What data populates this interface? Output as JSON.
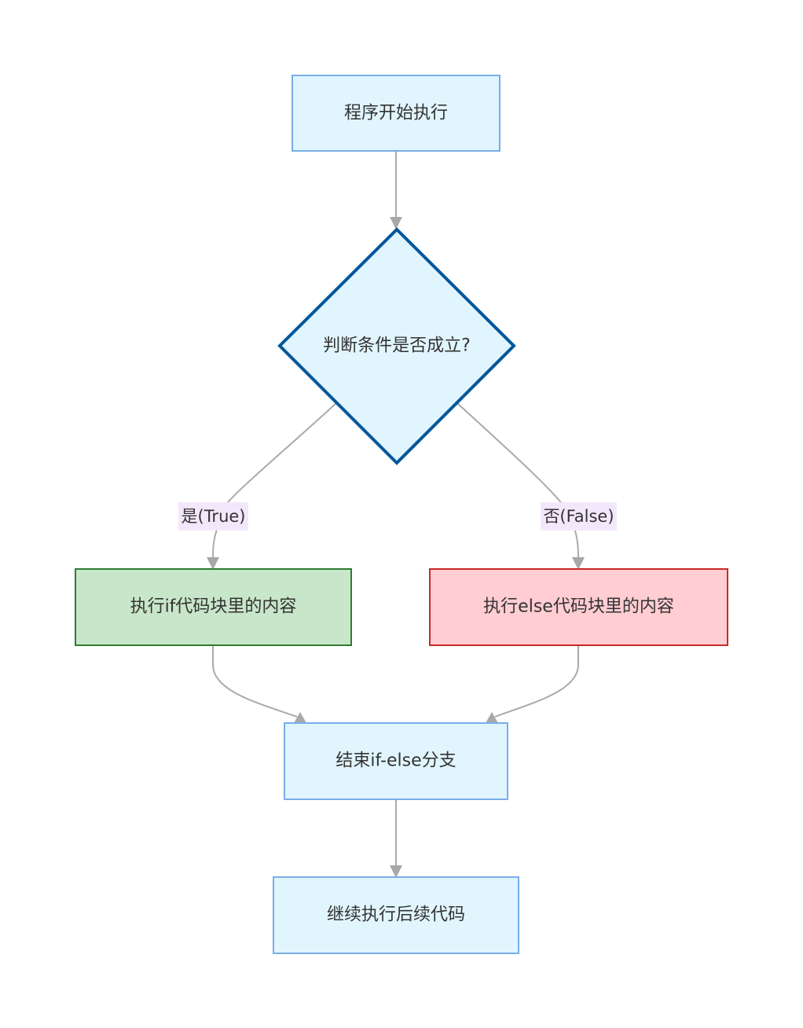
{
  "nodes": {
    "start": "程序开始执行",
    "decision": "判断条件是否成立?",
    "if_block": "执行if代码块里的内容",
    "else_block": "执行else代码块里的内容",
    "end_branch": "结束if-else分支",
    "continue": "继续执行后续代码"
  },
  "edge_labels": {
    "yes": "是(True)",
    "no": "否(False)"
  },
  "colors": {
    "default_fill": "#e1f5fe",
    "default_stroke": "#78aee8",
    "decision_stroke": "#01579b",
    "if_fill": "#c8e6c9",
    "if_stroke": "#2e7d32",
    "else_fill": "#ffcdd2",
    "else_stroke": "#c62828",
    "edge": "#aaaaaa",
    "edge_label_bg": "#f3e8fb"
  }
}
